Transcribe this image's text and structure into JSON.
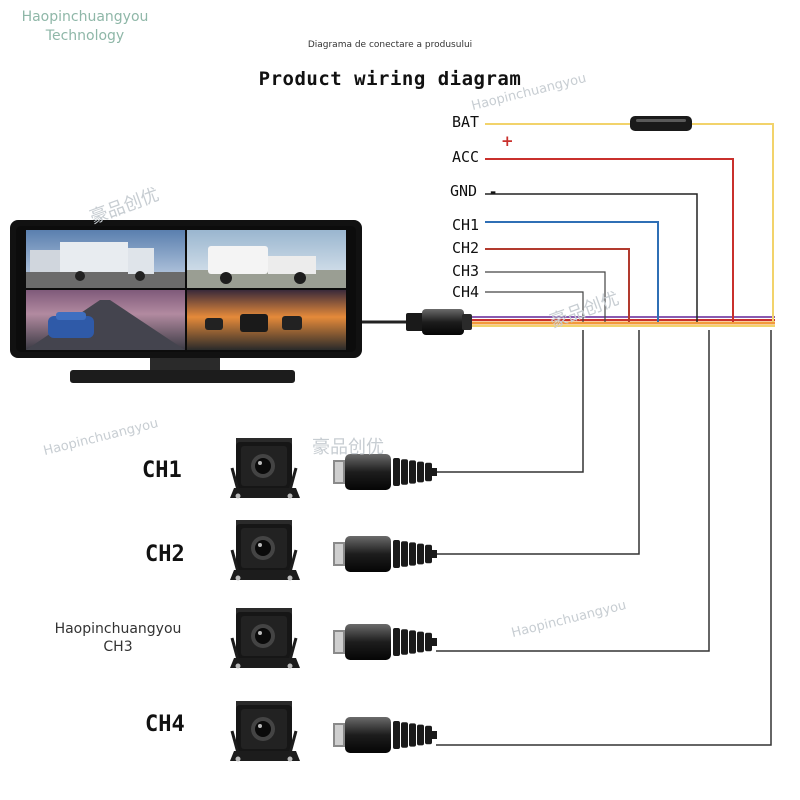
{
  "brand": {
    "line1": "Haopinchuangyou",
    "line2": "Technology"
  },
  "header": {
    "subtitle": "Diagrama de conectare a produsului",
    "title": "Product wiring diagram"
  },
  "wires": [
    {
      "label": "BAT",
      "color": "#f2d36b"
    },
    {
      "label": "ACC",
      "color": "#c9302c"
    },
    {
      "label": "GND",
      "color": "#222222"
    },
    {
      "label": "CH1",
      "color": "#2f6fb5"
    },
    {
      "label": "CH2",
      "color": "#b23a2e"
    },
    {
      "label": "CH3",
      "color": "#444444"
    },
    {
      "label": "CH4",
      "color": "#444444"
    }
  ],
  "symbols": {
    "plus": "+",
    "minus": "-"
  },
  "cameras": [
    {
      "label": "CH1"
    },
    {
      "label": "CH2"
    },
    {
      "label": "CH3"
    },
    {
      "label": "CH4"
    }
  ],
  "watermarks": {
    "text": "Haopinchuangyou",
    "cjk": "豪品创优",
    "ch3_text": "Haopinchuangyou",
    "ch3_label": "CH3"
  }
}
